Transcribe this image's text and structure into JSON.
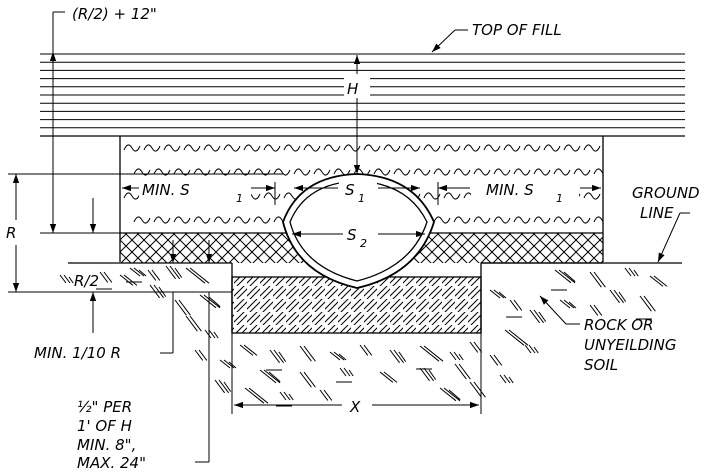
{
  "labels": {
    "top_of_fill": "TOP OF FILL",
    "r2_plus_12": "(R/2) + 12\"",
    "h": "H",
    "r": "R",
    "r_half": "R/2",
    "min_s1_left": "MIN. S",
    "s1": "S",
    "min_s1_right": "MIN. S",
    "sub_1": "1",
    "s2": "S",
    "sub_2": "2",
    "ground_line_1": "GROUND",
    "ground_line_2": "LINE",
    "rock_1": "ROCK OR",
    "rock_2": "UNYEILDING",
    "rock_3": "SOIL",
    "min_1_10_r": "MIN. 1/10 R",
    "x": "X",
    "bedding_1": "½\" PER",
    "bedding_2": "1' OF H",
    "bedding_3": "MIN.  8\",",
    "bedding_4": "MAX.  24\""
  }
}
